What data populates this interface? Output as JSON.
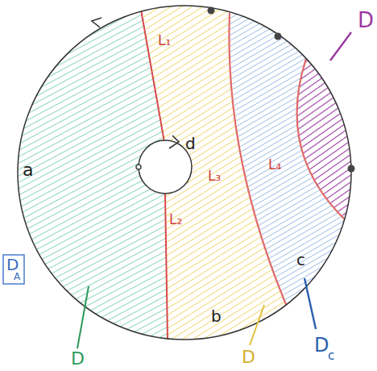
{
  "diagram": {
    "labels": [
      "L₁",
      "d",
      "L₃",
      "L₄",
      "a",
      "L₂",
      "b",
      "c",
      "D",
      "D",
      "A",
      "D",
      "c",
      "D",
      "D"
    ]
  }
}
